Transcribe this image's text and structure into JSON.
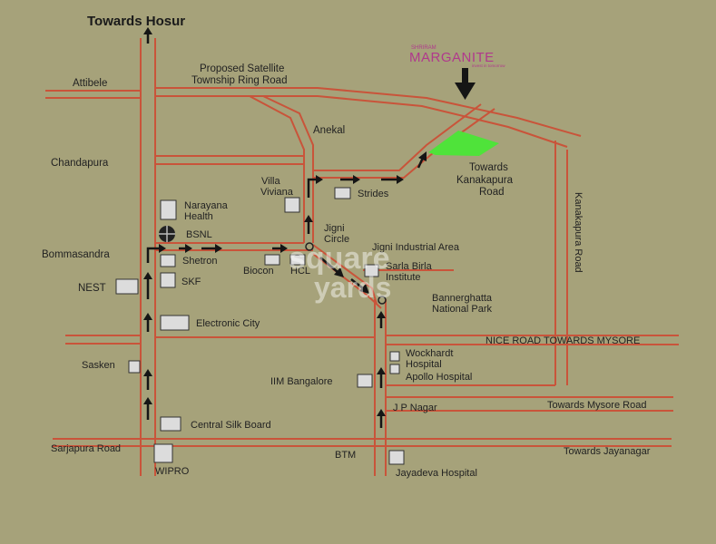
{
  "project": {
    "brand": "SHRIRAM",
    "name": "MARGANITE",
    "tagline": "invest in tomorrow"
  },
  "labels": {
    "hosur": "Towards Hosur",
    "ring_road_1": "Proposed Satellite",
    "ring_road_2": "Township Ring Road",
    "attibele": "Attibele",
    "anekal": "Anekal",
    "chandapura": "Chandapura",
    "kanakapura_1": "Towards",
    "kanakapura_2": "Kanakapura",
    "kanakapura_3": "Road",
    "villa_1": "Villa",
    "villa_2": "Viviana",
    "strides": "Strides",
    "narayana_1": "Narayana",
    "narayana_2": "Health",
    "bsnl": "BSNL",
    "jigni_1": "Jigni",
    "jigni_2": "Circle",
    "jigni_ind": "Jigni Industrial Area",
    "bommasandra": "Bommasandra",
    "shetron": "Shetron",
    "biocon": "Biocon",
    "hcl": "HCL",
    "sarla_1": "Sarla Birla",
    "sarla_2": "Institute",
    "nest": "NEST",
    "skf": "SKF",
    "bannerghatta_1": "Bannerghatta",
    "bannerghatta_2": "National Park",
    "kanakapura_road": "Kanakapura Road",
    "electronic_city": "Electronic City",
    "nice_road": "NICE ROAD TOWARDS MYSORE",
    "wockhardt_1": "Wockhardt",
    "wockhardt_2": "Hospital",
    "apollo": "Apollo Hospital",
    "sasken": "Sasken",
    "iim": "IIM Bangalore",
    "mysore_road": "Towards Mysore Road",
    "jp_nagar": "J P Nagar",
    "central_silk": "Central Silk Board",
    "sarjapura": "Sarjapura Road",
    "btm": "BTM",
    "jayanagar": "Towards Jayanagar",
    "wipro": "WIPRO",
    "jayadeva": "Jayadeva Hospital"
  },
  "watermark": {
    "line1": "square",
    "line2": "yards"
  },
  "colors": {
    "background": "#a6a27a",
    "road": "#c9543a",
    "site": "#4fe33a",
    "building": "#dcdcdc",
    "brand": "#b0398c",
    "arrow": "#151515"
  }
}
